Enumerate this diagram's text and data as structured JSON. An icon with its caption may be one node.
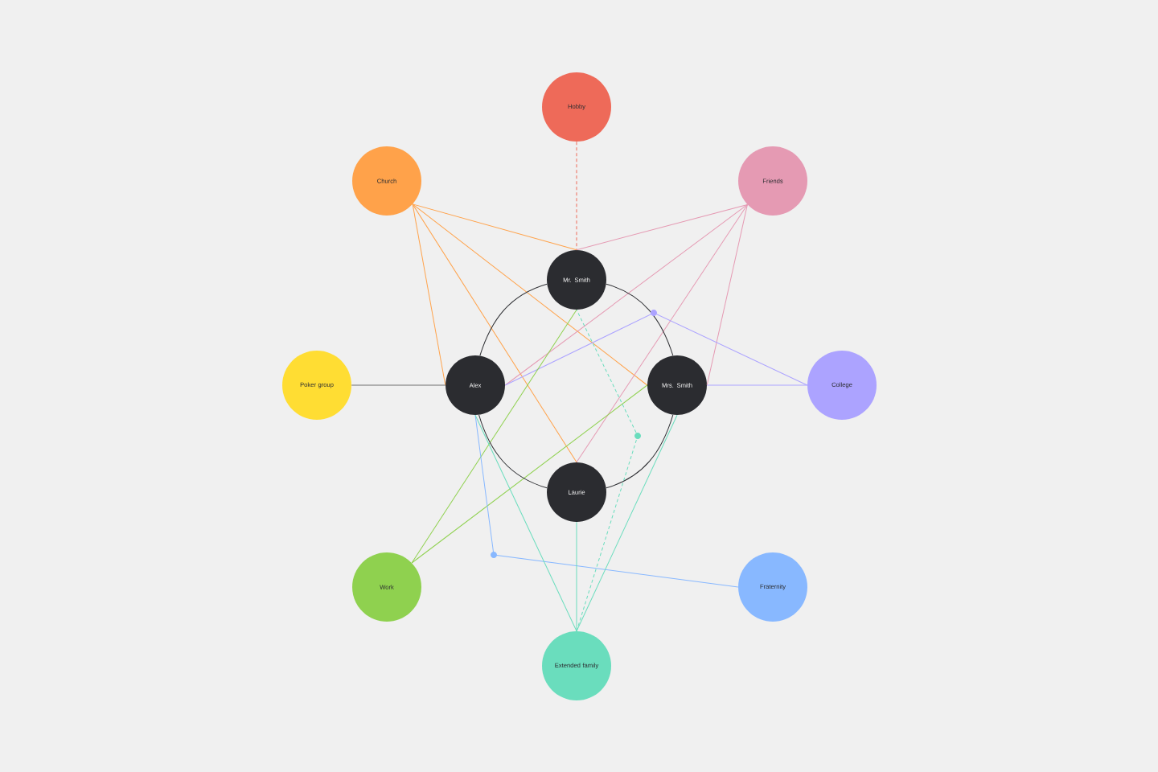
{
  "diagram": {
    "nodes": [
      {
        "text": [
          "Hobby"
        ]
      },
      {
        "text": [
          "Church"
        ]
      },
      {
        "text": [
          "Friends"
        ]
      },
      {
        "text": [
          "Mr. Smith"
        ]
      },
      {
        "text": [
          "Poker group"
        ]
      },
      {
        "text": [
          "Alex"
        ]
      },
      {
        "text": [
          "Mrs. Smith"
        ]
      },
      {
        "text": [
          "College"
        ]
      },
      {
        "text": [
          "Laurie"
        ]
      },
      {
        "text": [
          "Work"
        ]
      },
      {
        "text": [
          "Fraternity"
        ]
      },
      {
        "text": [
          "Extended family"
        ]
      }
    ],
    "edges": [
      {
        "from": 0,
        "to": 3,
        "arrow": "none",
        "style": "dashed",
        "color": "#ee6a59"
      },
      {
        "from": 1,
        "to": 3,
        "arrow": "none",
        "color": "#ffa24a"
      },
      {
        "from": 1,
        "to": 5,
        "arrow": "none",
        "color": "#ffa24a"
      },
      {
        "from": 1,
        "to": 8,
        "arrow": "none",
        "color": "#ffa24a"
      },
      {
        "from": 1,
        "to": 6,
        "arrow": "none",
        "color": "#ffa24a"
      },
      {
        "from": 2,
        "to": 3,
        "arrow": "none",
        "color": "#e59ab3"
      },
      {
        "from": 2,
        "to": 5,
        "arrow": "none",
        "color": "#e59ab3"
      },
      {
        "from": 2,
        "to": 8,
        "arrow": "none",
        "color": "#e59ab3"
      },
      {
        "from": 2,
        "to": 6,
        "arrow": "none",
        "color": "#e59ab3"
      },
      {
        "from": 4,
        "to": 5,
        "arrow": "none",
        "color": "#6e6e6e"
      },
      {
        "from": 7,
        "to": 6,
        "arrow": "none",
        "color": "#aca3ff"
      },
      {
        "from": 7,
        "to": 5,
        "arrow": "none",
        "color": "#aca3ff"
      },
      {
        "from": 9,
        "to": 3,
        "arrow": "none",
        "color": "#8fd14f"
      },
      {
        "from": 9,
        "to": 6,
        "arrow": "none",
        "color": "#8fd14f"
      },
      {
        "from": 10,
        "to": 5,
        "arrow": "none",
        "color": "#88b8ff"
      },
      {
        "from": 11,
        "to": 5,
        "arrow": "none",
        "color": "#6addbd"
      },
      {
        "from": 11,
        "to": 8,
        "arrow": "none",
        "color": "#6addbd"
      },
      {
        "from": 11,
        "to": 6,
        "arrow": "none",
        "color": "#6addbd"
      },
      {
        "from": 11,
        "to": 3,
        "arrow": "none",
        "style": "dashed",
        "color": "#6addbd"
      },
      {
        "from": 3,
        "to": 5,
        "arrow": "none",
        "color": "#2f3034"
      },
      {
        "from": 3,
        "to": 6,
        "arrow": "none",
        "color": "#2f3034"
      },
      {
        "from": 5,
        "to": 8,
        "arrow": "none",
        "color": "#2f3034"
      },
      {
        "from": 8,
        "to": 6,
        "arrow": "none",
        "color": "#2f3034"
      }
    ]
  }
}
